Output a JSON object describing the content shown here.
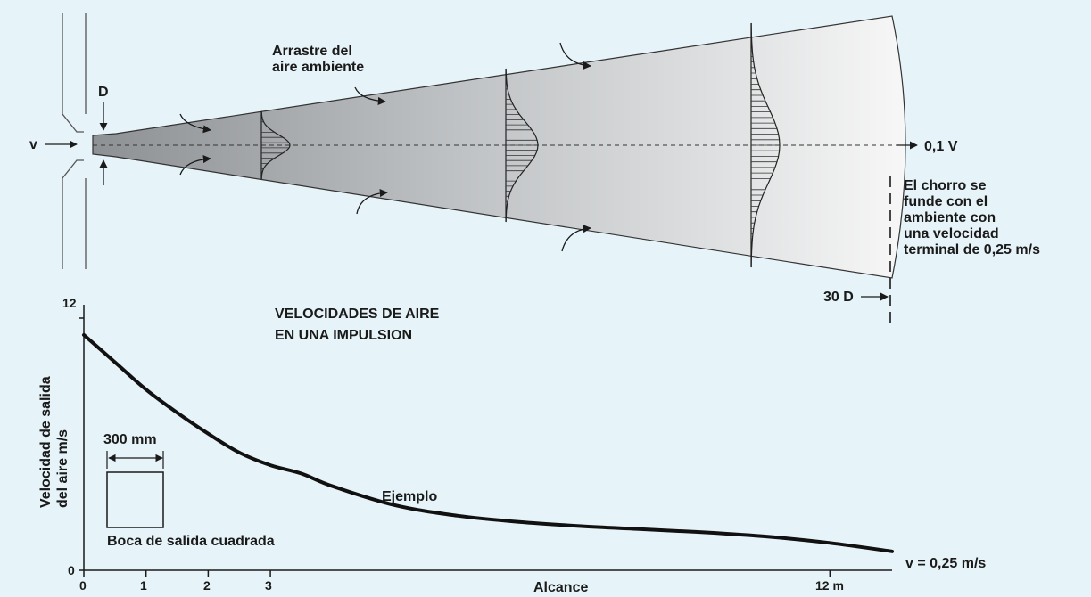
{
  "diagram": {
    "labels": {
      "arrastre_1": "Arrastre del",
      "arrastre_2": "aire ambiente",
      "d_label": "D",
      "v_in": "v",
      "v_out": "0,1 V",
      "fusion_1": "El chorro se",
      "fusion_2": "funde con el",
      "fusion_3": "ambiente con",
      "fusion_4": "una velocidad",
      "fusion_5": "terminal de 0,25 m/s",
      "dist_30d": "30 D"
    }
  },
  "chart": {
    "title_1": "VELOCIDADES DE AIRE",
    "title_2": "EN UNA IMPULSION",
    "ylabel_1": "Velocidad de salida",
    "ylabel_2": "del aire  m/s",
    "xlabel": "Alcance",
    "y_ticks": [
      "0",
      "12"
    ],
    "x_ticks": [
      "0",
      "1",
      "2",
      "3",
      "12 m"
    ],
    "curve_label": "Ejemplo",
    "end_label": "v = 0,25 m/s",
    "inset_dim": "300 mm",
    "inset_caption": "Boca de salida cuadrada"
  },
  "chart_data": {
    "type": "line",
    "xlabel": "Alcance",
    "ylabel": "Velocidad de salida del aire  m/s",
    "x_unit": "m",
    "xlim": [
      0,
      13
    ],
    "ylim": [
      0,
      12
    ],
    "series": [
      {
        "name": "Ejemplo",
        "x": [
          0,
          0.5,
          1,
          1.5,
          2,
          2.5,
          3,
          3.5,
          4,
          5,
          6,
          7,
          8,
          9,
          10,
          11,
          12,
          13
        ],
        "y": [
          11.2,
          9.9,
          8.6,
          7.5,
          6.5,
          5.6,
          5.0,
          4.6,
          4.0,
          3.1,
          2.6,
          2.3,
          2.1,
          1.95,
          1.8,
          1.6,
          1.3,
          0.9
        ]
      }
    ]
  }
}
